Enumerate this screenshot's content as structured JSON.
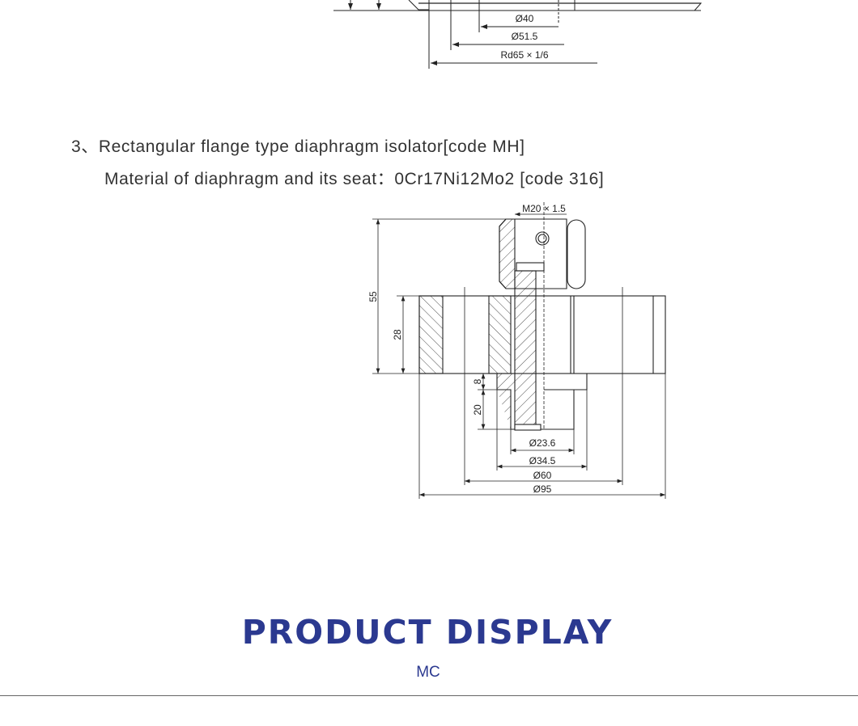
{
  "top_drawing": {
    "dims": [
      "Ø40",
      "Ø51.5",
      "Rd65 × 1/6"
    ]
  },
  "section": {
    "number": "3、",
    "title": "Rectangular flange type diaphragm isolator[code MH]",
    "material": "Material of diaphragm and its seat：0Cr17Ni12Mo2 [code 316]"
  },
  "drawing": {
    "thread": "M20 × 1.5",
    "height_total": "55",
    "flange_thickness": "28",
    "step": "8",
    "lower_height": "20",
    "dims": [
      "Ø23.6",
      "Ø34.5",
      "Ø60",
      "Ø95"
    ]
  },
  "product_display": {
    "title": "PRODUCT DISPLAY",
    "subtitle": "MC"
  },
  "colors": {
    "accent": "#2b3990",
    "text": "#333333"
  }
}
